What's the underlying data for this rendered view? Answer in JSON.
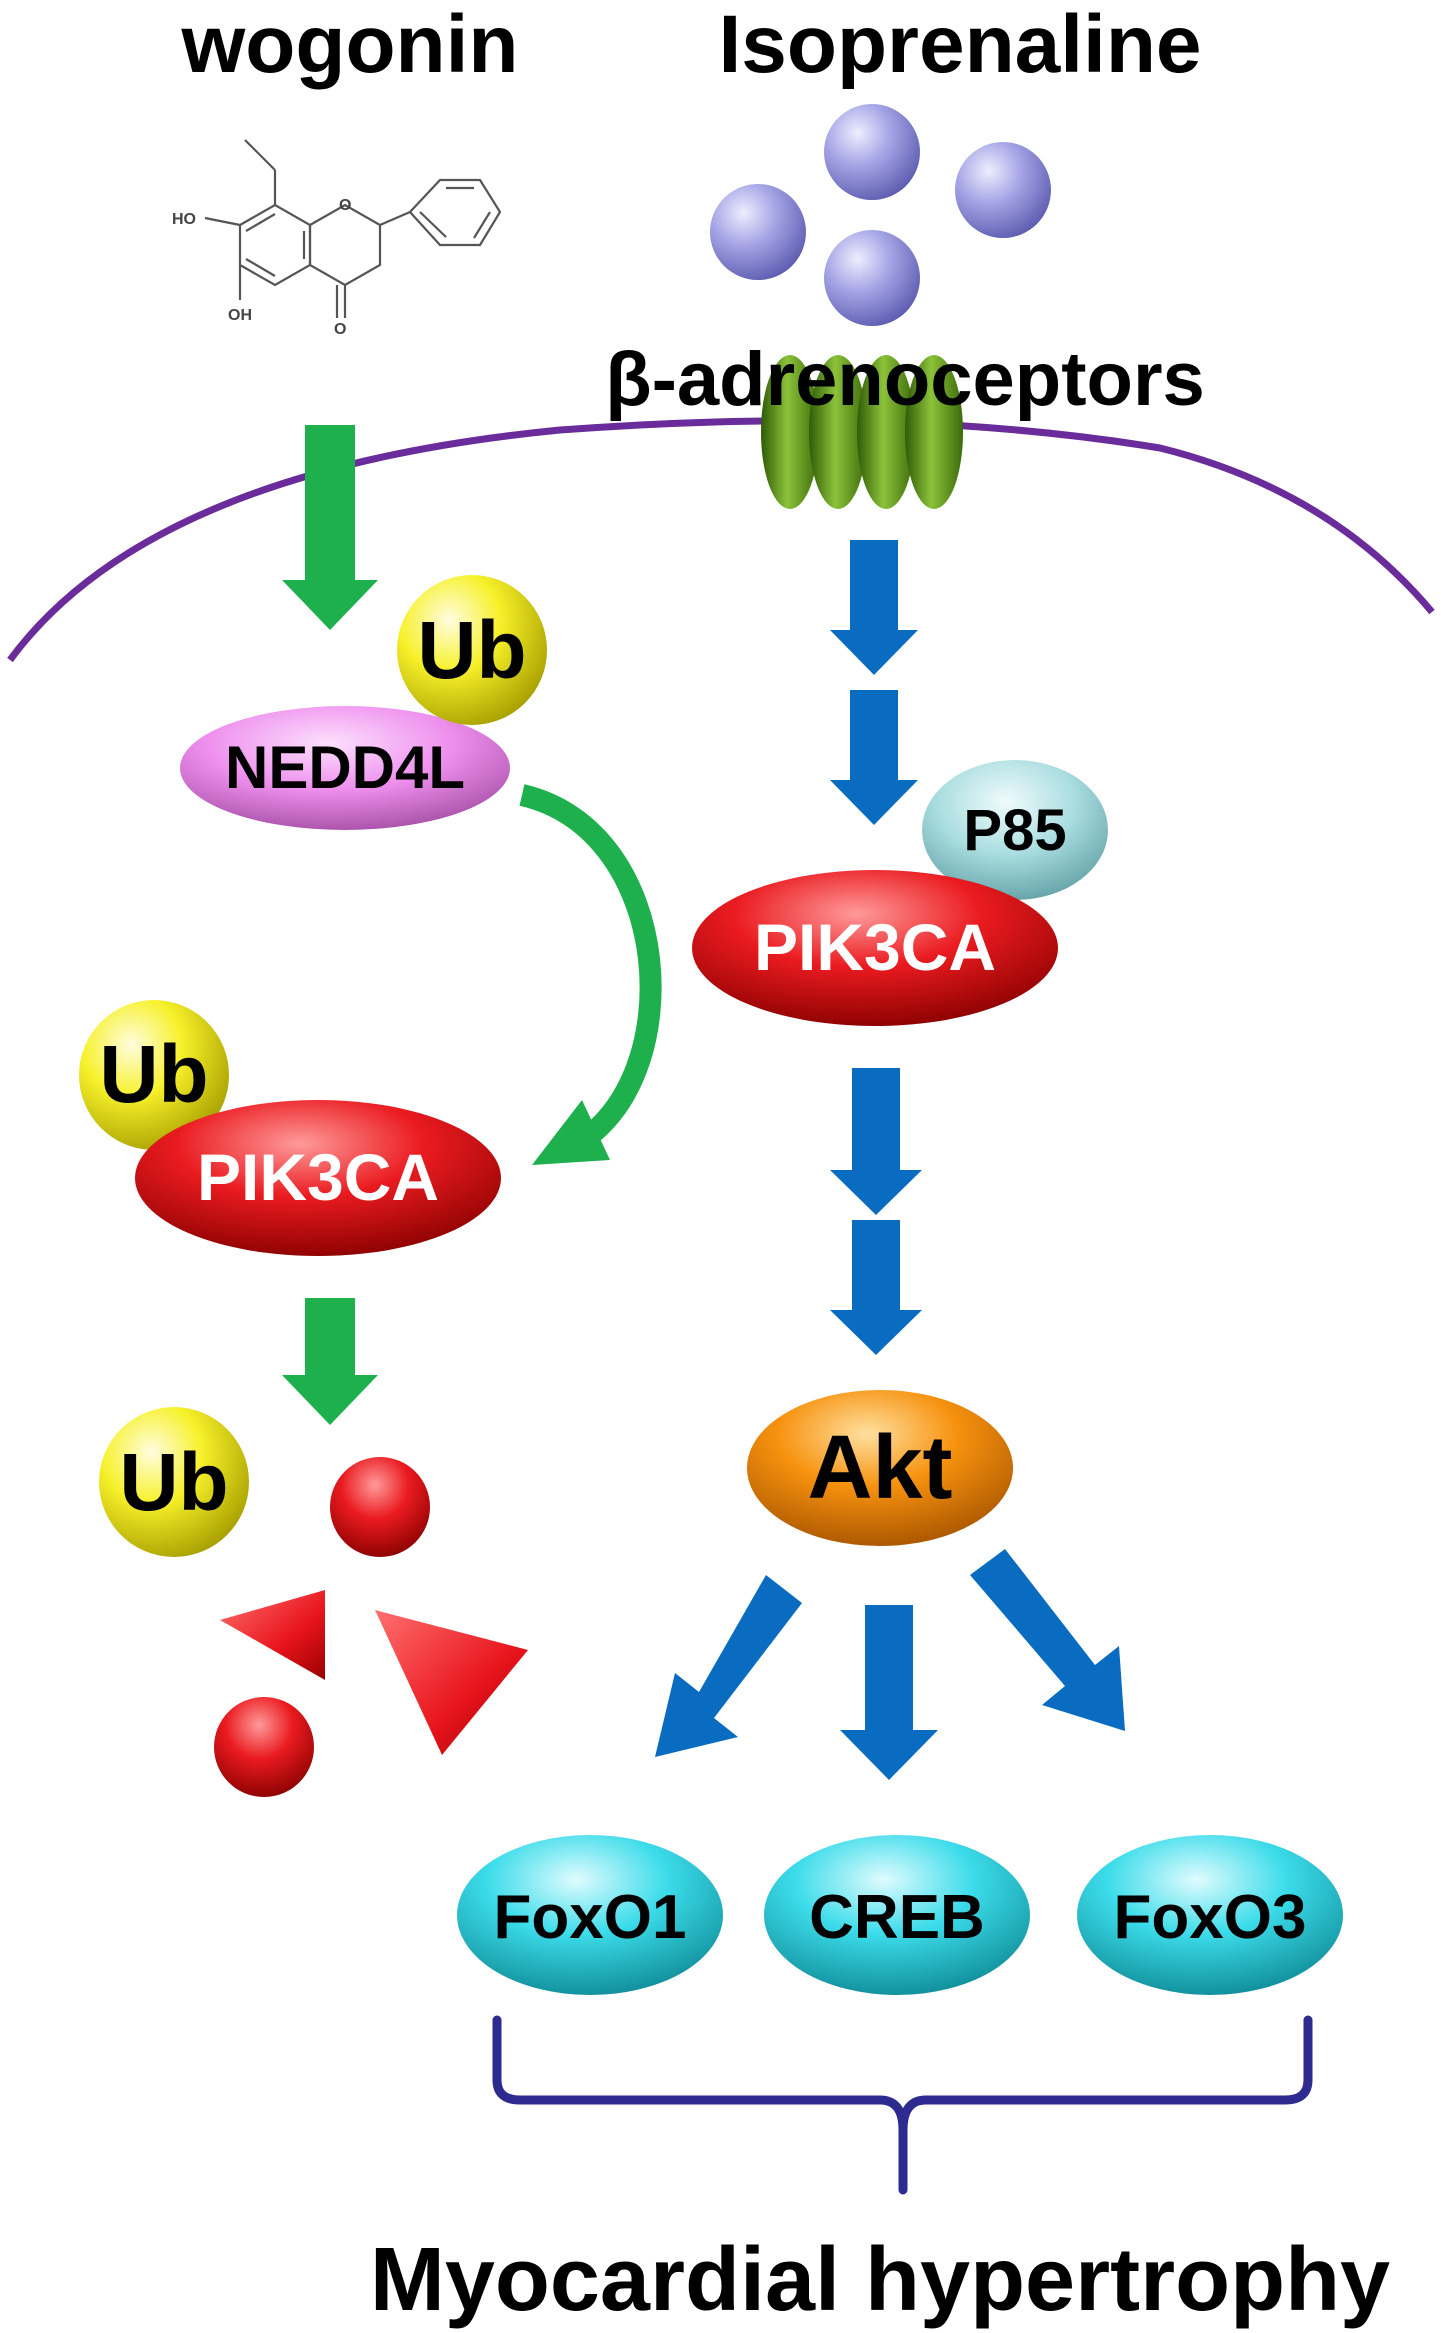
{
  "labels": {
    "wogonin": "wogonin",
    "isoprenaline": "Isoprenaline",
    "receptor": "β-adrenoceptors",
    "ub_top": "Ub",
    "nedd4l": "NEDD4L",
    "ub_left": "Ub",
    "pik3ca_left": "PIK3CA",
    "ub_bottom": "Ub",
    "p85": "P85",
    "pik3ca_right": "PIK3CA",
    "akt": "Akt",
    "foxo1": "FoxO1",
    "creb": "CREB",
    "foxo3": "FoxO3",
    "outcome": "Myocardial hypertrophy"
  },
  "molecule": {
    "ho": "HO",
    "oh_bottom": "OH",
    "o_ring": "O",
    "o_keto": "O"
  },
  "colors": {
    "green_arrow": "#1db04c",
    "blue_arrow": "#0a6cc0",
    "membrane": "#6a2c9a",
    "nedd4l": "#ee8fee",
    "pik3ca": "#e8141c",
    "ub": "#f4ef10",
    "p85": "#a9dde0",
    "akt": "#f7920f",
    "tf": "#3cdcea",
    "ligand": "#a3a2e0",
    "receptor": "#5a8c14",
    "brace": "#2d2b8f"
  }
}
